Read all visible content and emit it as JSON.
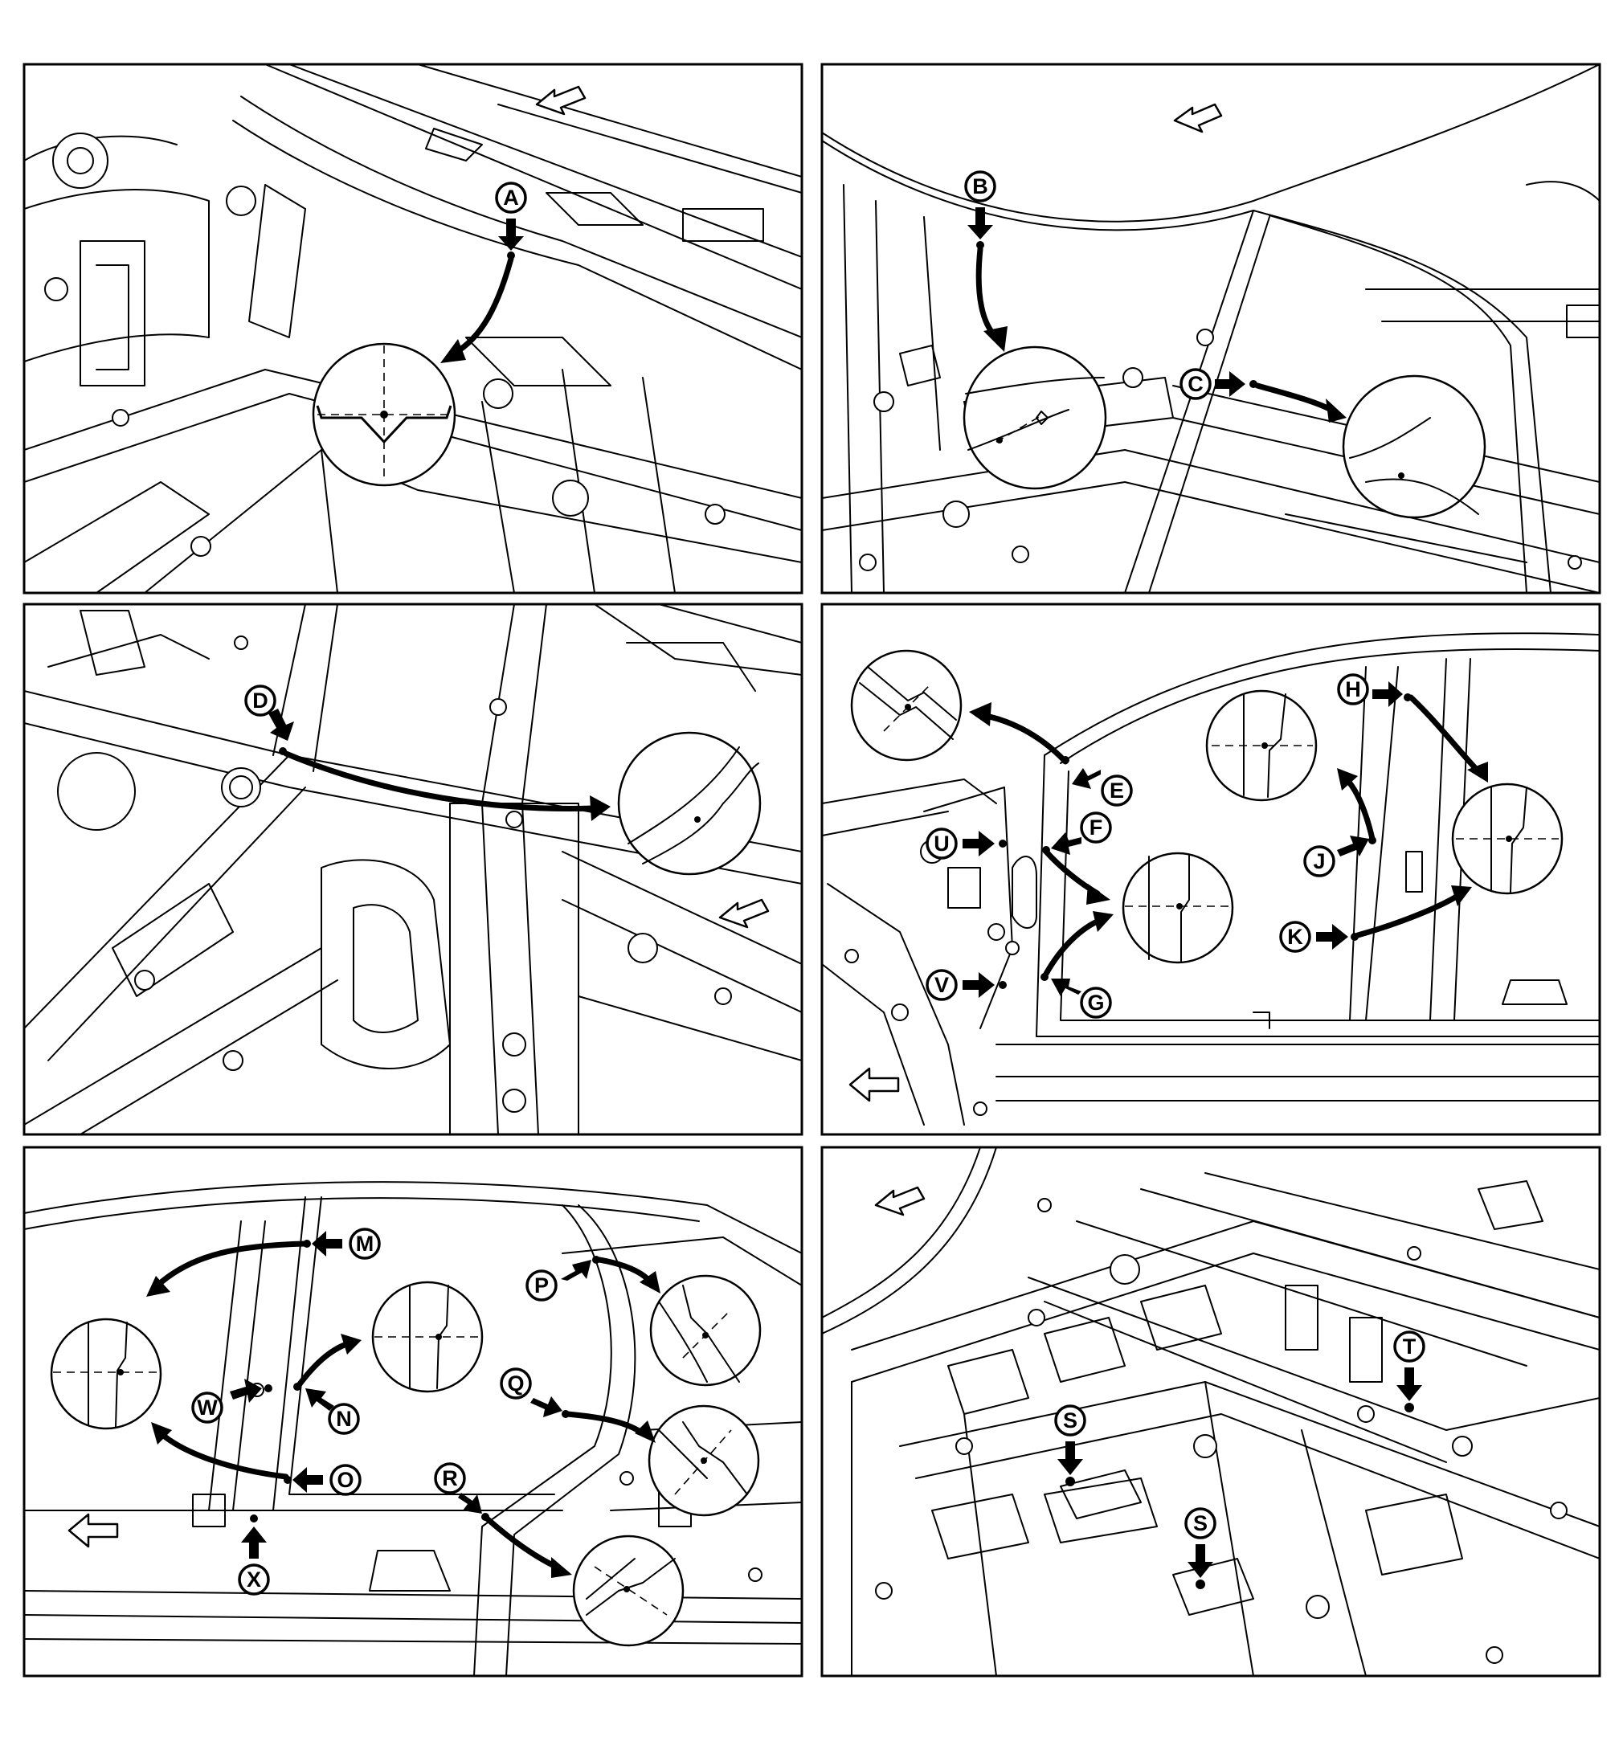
{
  "panels": [
    {
      "id": "panel-1",
      "markers": [
        {
          "letter": "A"
        }
      ]
    },
    {
      "id": "panel-2",
      "markers": [
        {
          "letter": "B"
        },
        {
          "letter": "C"
        }
      ]
    },
    {
      "id": "panel-3",
      "markers": [
        {
          "letter": "D"
        }
      ]
    },
    {
      "id": "panel-4",
      "markers": [
        {
          "letter": "E"
        },
        {
          "letter": "F"
        },
        {
          "letter": "G"
        },
        {
          "letter": "H"
        },
        {
          "letter": "J"
        },
        {
          "letter": "K"
        },
        {
          "letter": "U"
        },
        {
          "letter": "V"
        }
      ]
    },
    {
      "id": "panel-5",
      "markers": [
        {
          "letter": "M"
        },
        {
          "letter": "N"
        },
        {
          "letter": "O"
        },
        {
          "letter": "P"
        },
        {
          "letter": "Q"
        },
        {
          "letter": "R"
        },
        {
          "letter": "W"
        },
        {
          "letter": "X"
        }
      ]
    },
    {
      "id": "panel-6",
      "markers": [
        {
          "letter": "T"
        },
        {
          "letter": "S"
        },
        {
          "letter": "S"
        }
      ]
    }
  ]
}
